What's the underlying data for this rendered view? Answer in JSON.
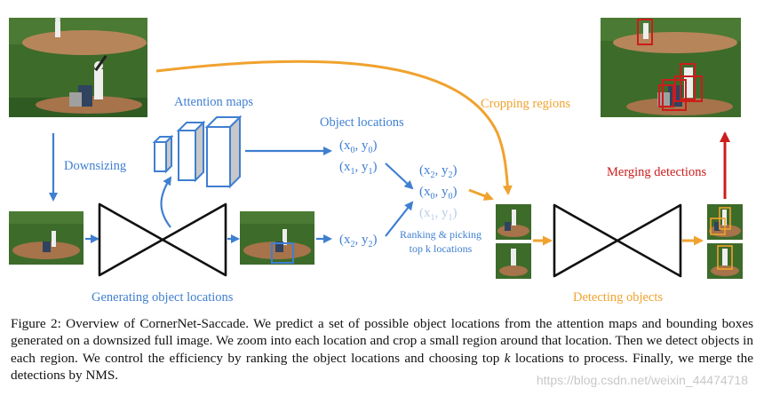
{
  "labels": {
    "downsizing": "Downsizing",
    "attention_maps": "Attention maps",
    "object_locations": "Object locations",
    "generating": "Generating object locations",
    "ranking_line1": "Ranking & picking",
    "ranking_line2": "top k locations",
    "cropping": "Cropping regions",
    "merging": "Merging detections",
    "detecting": "Detecting objects"
  },
  "coords": {
    "loc1": {
      "x": "x",
      "xs": "0",
      "y": "y",
      "ys": "0"
    },
    "loc2": {
      "x": "x",
      "xs": "1",
      "y": "y",
      "ys": "1"
    },
    "loc3": {
      "x": "x",
      "xs": "2",
      "y": "y",
      "ys": "2"
    },
    "rank1": {
      "x": "x",
      "xs": "2",
      "y": "y",
      "ys": "2"
    },
    "rank2": {
      "x": "x",
      "xs": "0",
      "y": "y",
      "ys": "0"
    },
    "rank3": {
      "x": "x",
      "xs": "1",
      "y": "y",
      "ys": "1"
    }
  },
  "caption": {
    "part1": "Figure 2: Overview of CornerNet-Saccade. We predict a set of possible object locations from the attention maps and bounding boxes generated on a downsized full image. We zoom into each location and crop a small region around that location. Then we detect objects in each region. We control the efficiency by ranking the object locations and choosing top ",
    "k": "k",
    "part2": " locations to process. Finally, we merge the detections by NMS."
  },
  "watermark": "https://blog.csdn.net/weixin_44474718",
  "colors": {
    "blue": "#3f7fd1",
    "orange": "#f0a22e",
    "red": "#cc1c1c",
    "faded": "#b9cde8"
  }
}
